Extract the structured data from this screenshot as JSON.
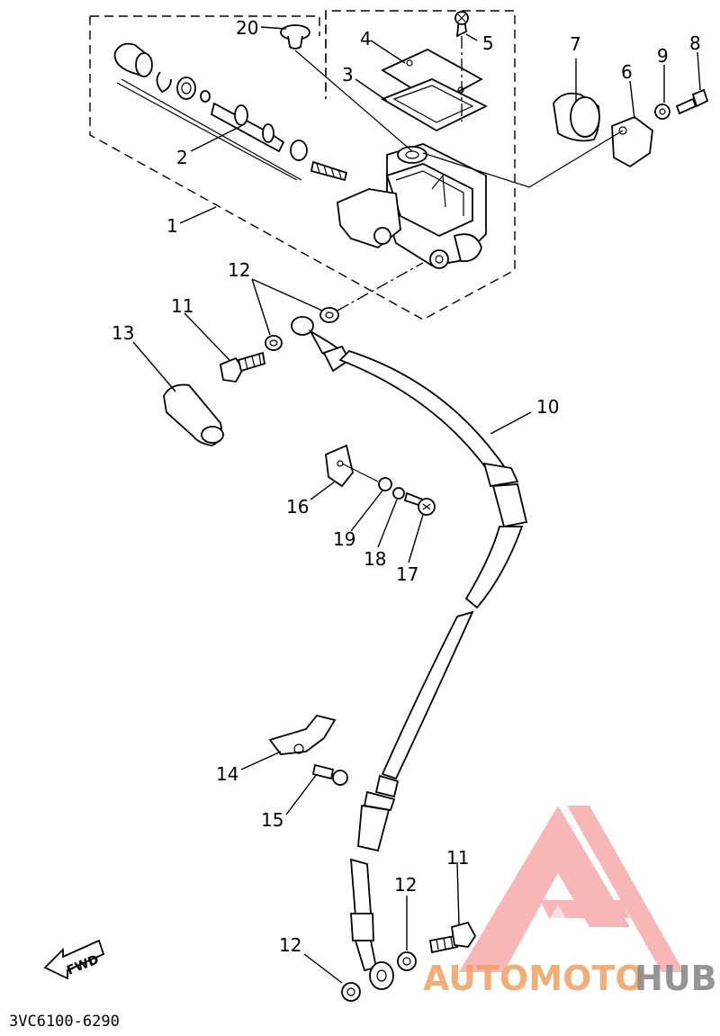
{
  "diagram_code": "3VC6100-6290",
  "fwd_label": "FWD",
  "watermark": {
    "text_part1": "AUTOMOTO",
    "text_part2": "HUB",
    "color_primary": "#f0a060",
    "color_secondary": "#8a8a8a",
    "logo_color": "#e84a4a"
  },
  "callouts": {
    "c1": "1",
    "c2": "2",
    "c3": "3",
    "c4": "4",
    "c5": "5",
    "c6": "6",
    "c7": "7",
    "c8": "8",
    "c9": "9",
    "c10": "10",
    "c11a": "11",
    "c11b": "11",
    "c12a": "12",
    "c12b": "12",
    "c12c": "12",
    "c13": "13",
    "c14": "14",
    "c15": "15",
    "c16": "16",
    "c17": "17",
    "c18": "18",
    "c19": "19",
    "c20": "20"
  }
}
